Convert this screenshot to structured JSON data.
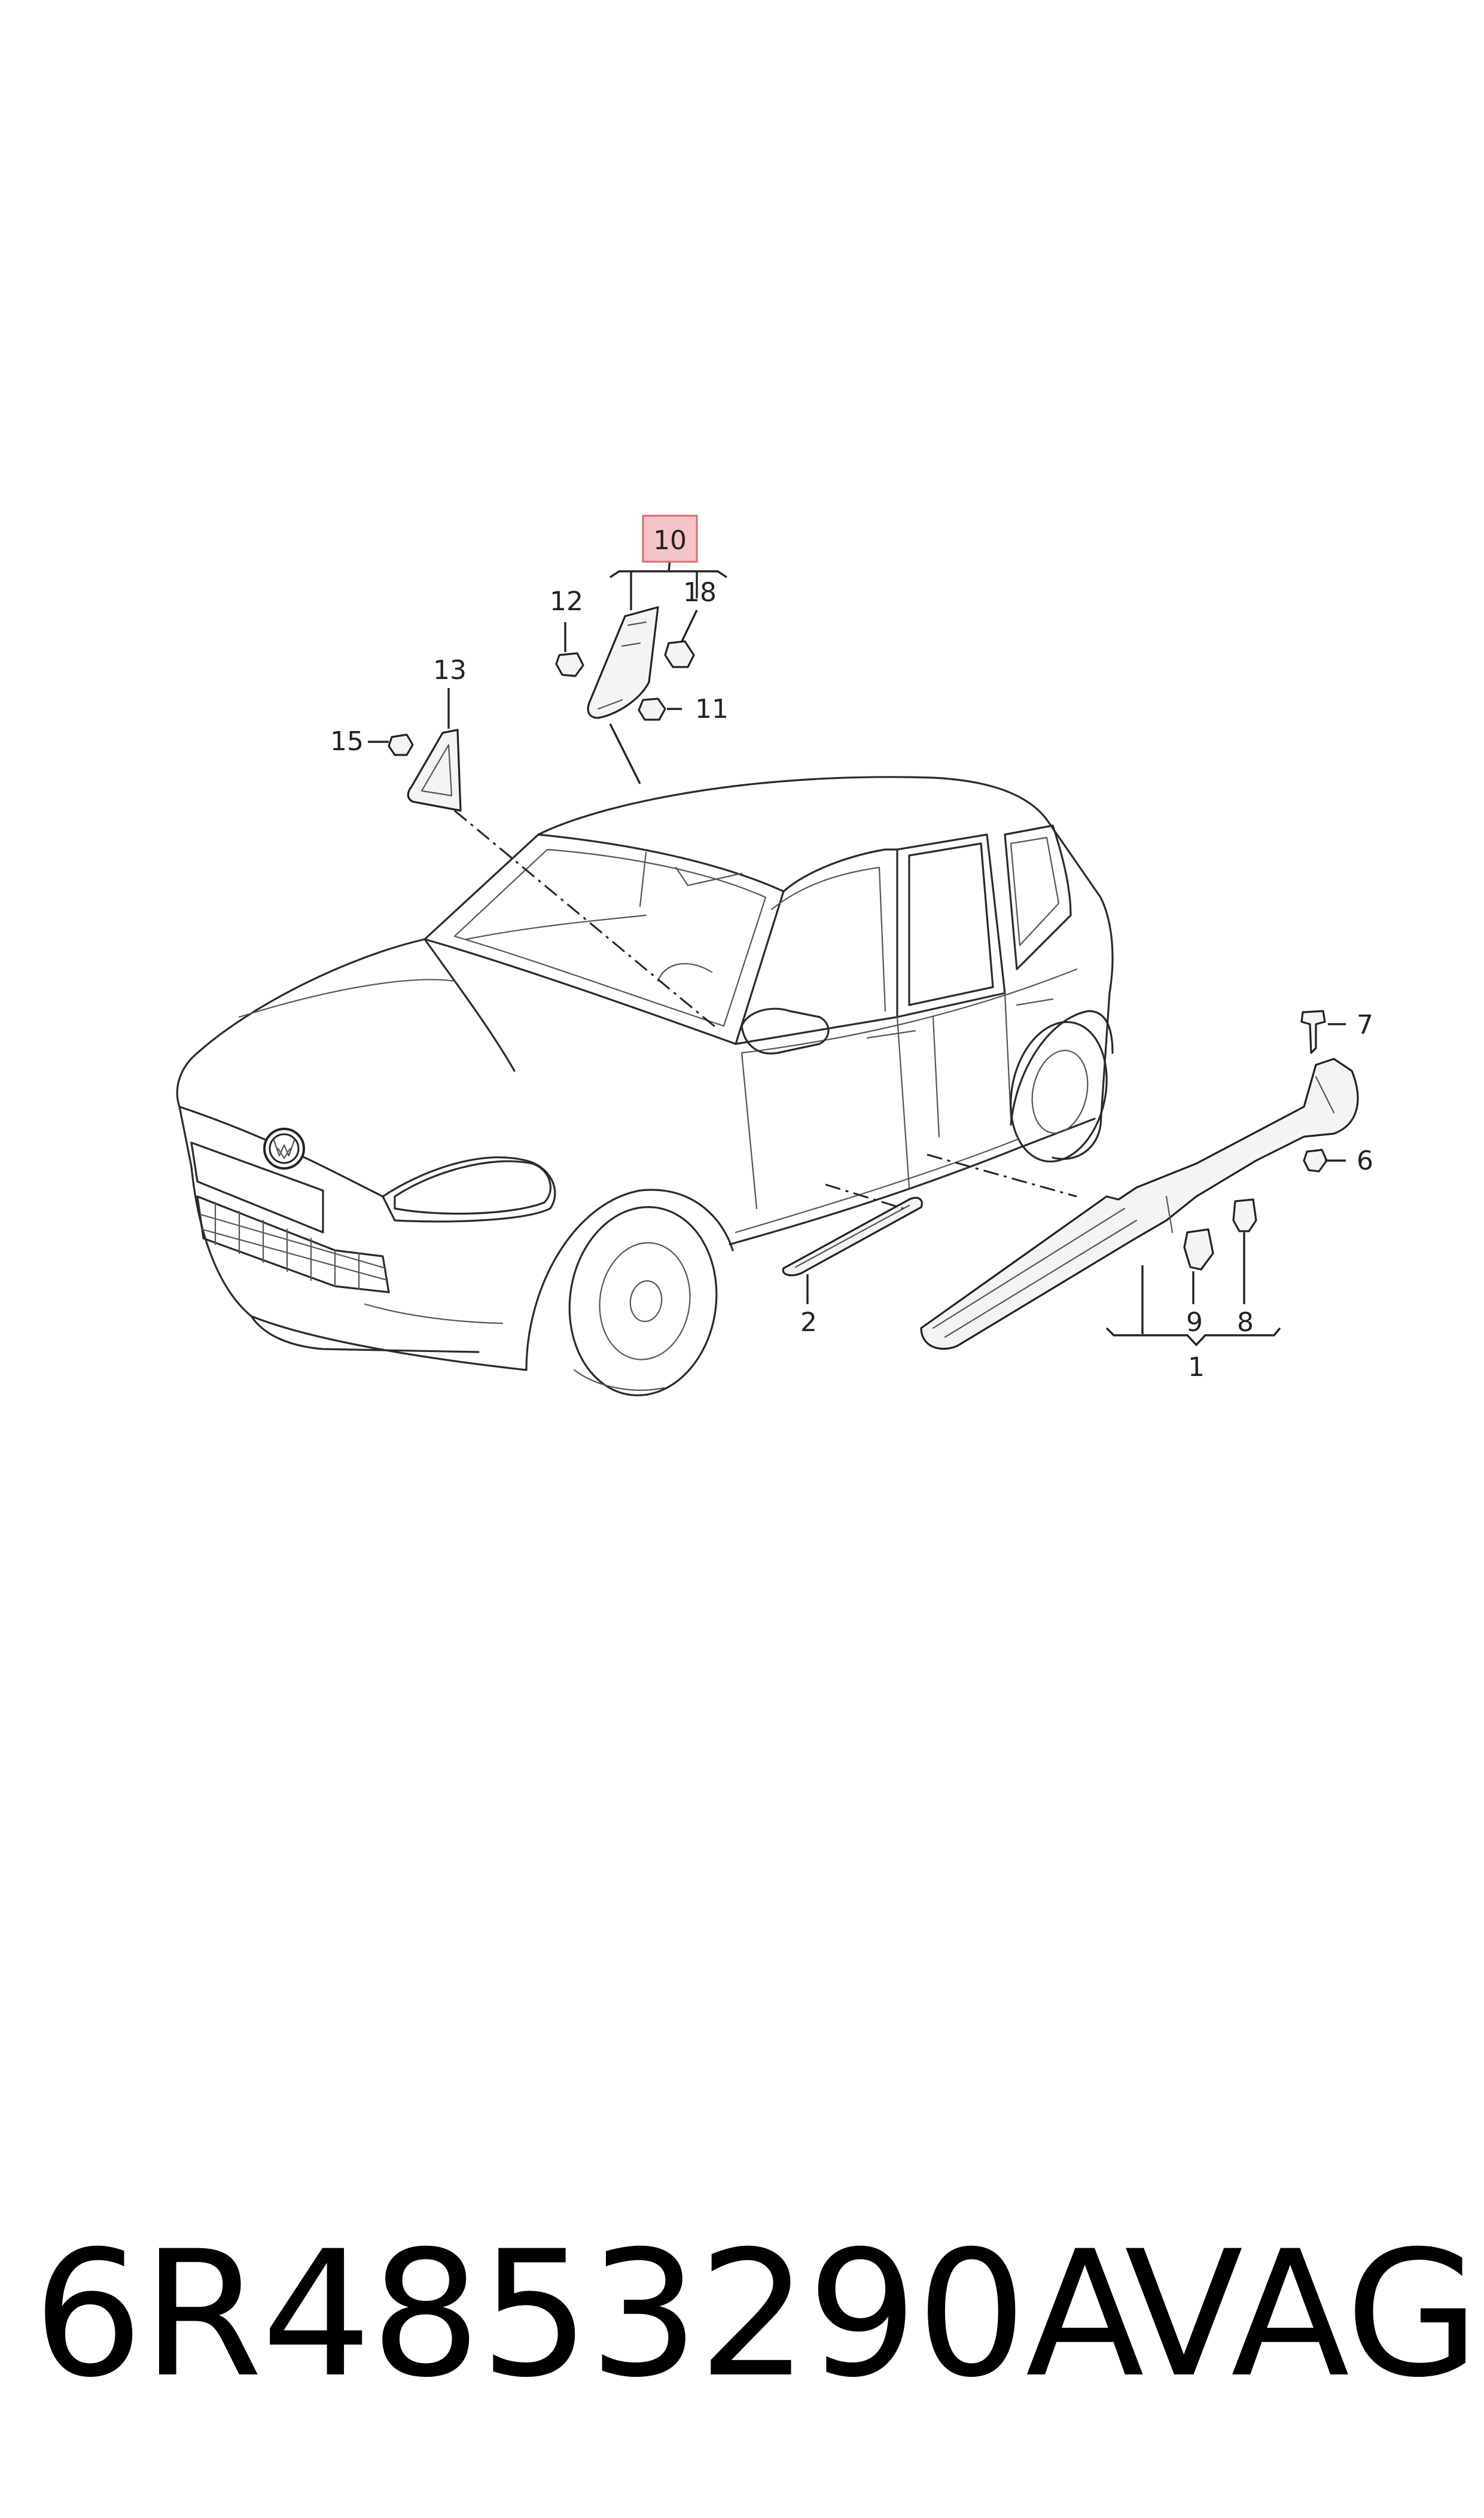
{
  "diagram": {
    "callouts": {
      "c1": "1",
      "c2": "2",
      "c6": "6",
      "c7": "7",
      "c8": "8",
      "c9": "9",
      "c10": "10",
      "c11": "11",
      "c12": "12",
      "c13": "13",
      "c15": "15",
      "c18": "18"
    },
    "highlight_color": "#f6c4c8",
    "highlight_border": "#d86a73",
    "logo_text": "VW"
  },
  "footer": {
    "part_number": "6R4853290A",
    "brand": "VAG"
  }
}
